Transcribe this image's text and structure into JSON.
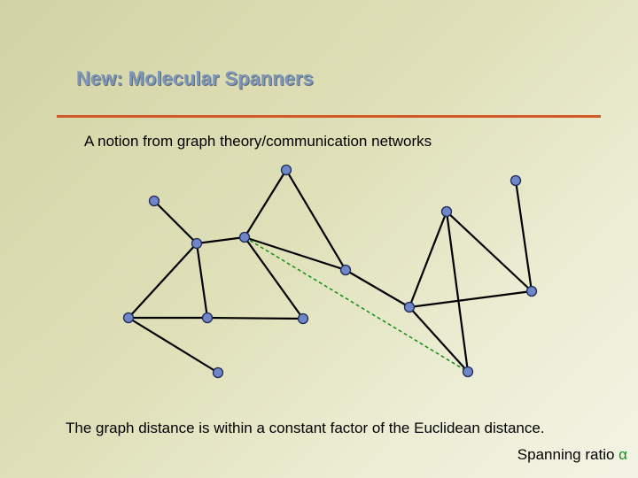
{
  "slide": {
    "title": "New: Molecular Spanners",
    "subtitle": "A notion from graph theory/communication networks",
    "caption": "The graph distance is within a constant factor of the Euclidean distance.",
    "ratio_label": "Spanning ratio",
    "ratio_symbol": "α"
  },
  "colors": {
    "title": "#7e96b8",
    "rule": "#d05a28",
    "node_fill": "#6f86c8",
    "edge": "#000000",
    "euclidean_dash": "#1a8a1a",
    "alpha": "#1a8a1a"
  },
  "graph": {
    "nodes": [
      "n1",
      "n2",
      "n3",
      "n4",
      "n5",
      "n6",
      "n7",
      "n8",
      "n9",
      "n10",
      "n11",
      "n12",
      "n13",
      "n14"
    ],
    "edges": [
      [
        "n1",
        "n2"
      ],
      [
        "n2",
        "n3"
      ],
      [
        "n2",
        "n4"
      ],
      [
        "n2",
        "n5"
      ],
      [
        "n4",
        "n5"
      ],
      [
        "n4",
        "n6"
      ],
      [
        "n5",
        "n7"
      ],
      [
        "n3",
        "n8"
      ],
      [
        "n3",
        "n7"
      ],
      [
        "n3",
        "n9"
      ],
      [
        "n8",
        "n9"
      ],
      [
        "n9",
        "n10"
      ],
      [
        "n10",
        "n11"
      ],
      [
        "n10",
        "n12"
      ],
      [
        "n11",
        "n12"
      ],
      [
        "n11",
        "n14"
      ],
      [
        "n12",
        "n13"
      ],
      [
        "n10",
        "n14"
      ]
    ],
    "euclidean_path": [
      "n3",
      "n14"
    ]
  }
}
